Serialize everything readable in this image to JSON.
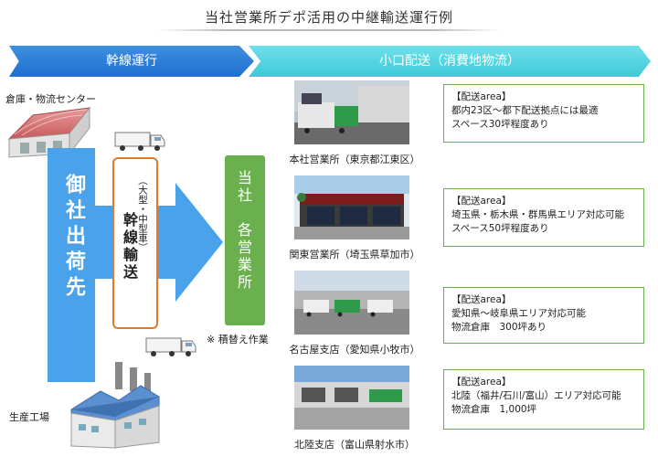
{
  "title": "当社営業所デポ活用の中継輸送運行例",
  "bands": {
    "left": "幹線運行",
    "right": "小口配送（消費地物流）"
  },
  "left_labels": {
    "warehouse": "倉庫・物流センター",
    "factory": "生産工場",
    "origin": "御社出荷先",
    "trunk_main": "幹線輸送",
    "trunk_sub": "（大型・中型車）",
    "company": "当社　各営業所",
    "transfer_note": "※ 積替え作業"
  },
  "offices": [
    {
      "caption": "本社営業所（東京都江東区）",
      "box_title": "【配送area】",
      "box_lines": [
        "都内23区～都下配送拠点には最適",
        "スペース30坪程度あり"
      ]
    },
    {
      "caption": "関東営業所（埼玉県草加市）",
      "box_title": "【配送area】",
      "box_lines": [
        "埼玉県・栃木県・群馬県エリア対応可能",
        "スペース50坪程度あり"
      ]
    },
    {
      "caption": "名古屋支店（愛知県小牧市）",
      "box_title": "【配送area】",
      "box_lines": [
        "愛知県～岐阜県エリア対応可能",
        "物流倉庫　300坪あり"
      ]
    },
    {
      "caption": "北陸支店（富山県射水市）",
      "box_title": "【配送area】",
      "box_lines": [
        "北陸（福井/石川/富山）エリア対応可能",
        "物流倉庫　1,000坪"
      ]
    }
  ],
  "icons": {
    "warehouse": "warehouse-icon",
    "factory": "factory-icon",
    "truck": "truck-icon"
  },
  "colors": {
    "blue": "#4aa3ea",
    "band_left": "#2a7ed8",
    "band_right": "#4fd0de",
    "green": "#6ab04c",
    "orange": "#e07a2a"
  }
}
